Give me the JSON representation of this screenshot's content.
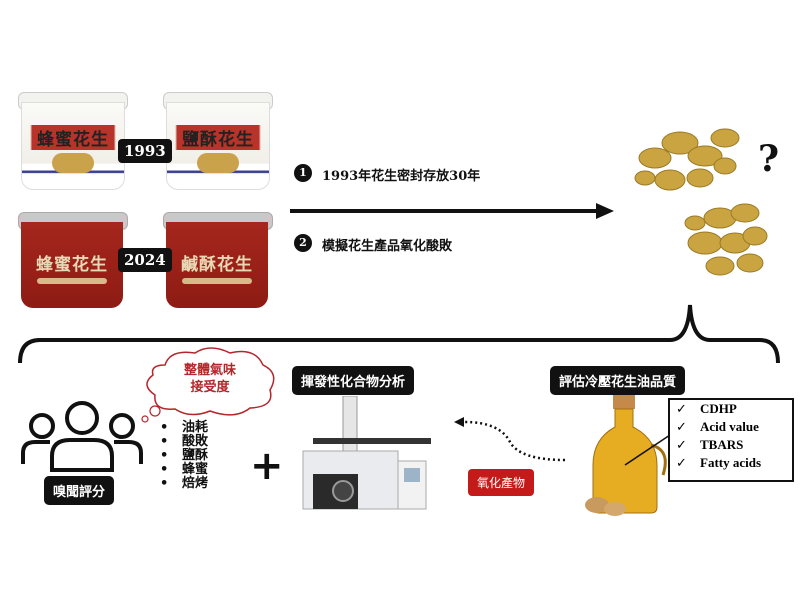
{
  "cans": {
    "old_honey": "蜂蜜花生",
    "old_salt": "鹽酥花生",
    "new_honey": "蜂蜜花生",
    "new_salt": "鹹酥花生"
  },
  "years": {
    "old": "1993",
    "new": "2024"
  },
  "steps": [
    {
      "num": "1",
      "text": "1993年花生密封存放30年"
    },
    {
      "num": "2",
      "text": "模擬花生產品氧化酸敗"
    }
  ],
  "question_mark": "?",
  "sensory": {
    "label": "嗅聞評分",
    "cloud_line1": "整體氣味",
    "cloud_line2": "接受度",
    "attributes": [
      "油耗",
      "酸敗",
      "鹽酥",
      "蜂蜜",
      "焙烤"
    ]
  },
  "plus": "+",
  "volatile": {
    "label": "揮發性化合物分析"
  },
  "oxidation_products": {
    "label": "氧化產物"
  },
  "oil_quality": {
    "label": "評估冷壓花生油品質",
    "checklist": [
      "CDHP",
      "Acid value",
      "TBARS",
      "Fatty acids"
    ],
    "check_mark": "✓"
  },
  "colors": {
    "red_label": "#c41a1a",
    "cloud_text": "#b3262b",
    "can_red": "#a5261c"
  }
}
